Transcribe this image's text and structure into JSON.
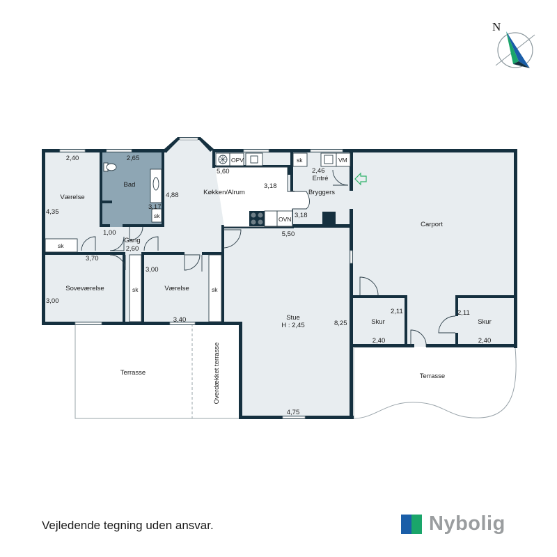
{
  "compass": {
    "north_label": "N"
  },
  "rooms": {
    "vaerelse1": "Værelse",
    "bad": "Bad",
    "koekken": "Køkken/Alrum",
    "entre": "Entré",
    "bryggers": "Bryggers",
    "carport": "Carport",
    "gang": "Gang",
    "sovevaerelse": "Soveværelse",
    "vaerelse2": "Værelse",
    "stue": "Stue",
    "stue_height": "H : 2,45",
    "skur1": "Skur",
    "skur2": "Skur",
    "terrasse1": "Terrasse",
    "overdaekket": "Overdækket terrasse",
    "terrasse2": "Terrasse"
  },
  "dimensions": {
    "vaerelse1_w": "2,40",
    "vaerelse1_h": "4,35",
    "bad_w": "2,65",
    "bad_h": "3,17",
    "koekken_w": "5,60",
    "koekken_h": "4,88",
    "koekken_inner": "3,18",
    "entre_w": "2,46",
    "bryggers_h": "3,18",
    "stue_top": "5,50",
    "gang_small": "1,00",
    "gang_w": "2,60",
    "gang_side": "3,70",
    "vaerelse2_w": "3,00",
    "vaerelse2_b": "3,40",
    "sove_h": "3,00",
    "stue_h": "8,25",
    "stue_b": "4,75",
    "skur1_h": "2,11",
    "skur1_w": "2,40",
    "skur2_h": "2,11",
    "skur2_w": "2,40"
  },
  "fixtures": {
    "opv": "OPV",
    "ovn": "OVN",
    "vm": "VM",
    "sk_entre": "sk",
    "sk_bad": "sk",
    "sk_vaerelse1": "sk",
    "sk_sove": "sk",
    "sk_vaerelse2": "sk"
  },
  "footer": {
    "disclaimer": "Vejledende tegning uden ansvar.",
    "brand": "Nybolig"
  },
  "colors": {
    "wall": "#15303f",
    "floor": "#e8edf0",
    "bathroom": "#8ea6b4",
    "brand_blue": "#1a5ea8",
    "brand_green": "#1aa56a",
    "brand_text": "#9a9d9f",
    "entrance_arrow": "#2fb36a"
  }
}
